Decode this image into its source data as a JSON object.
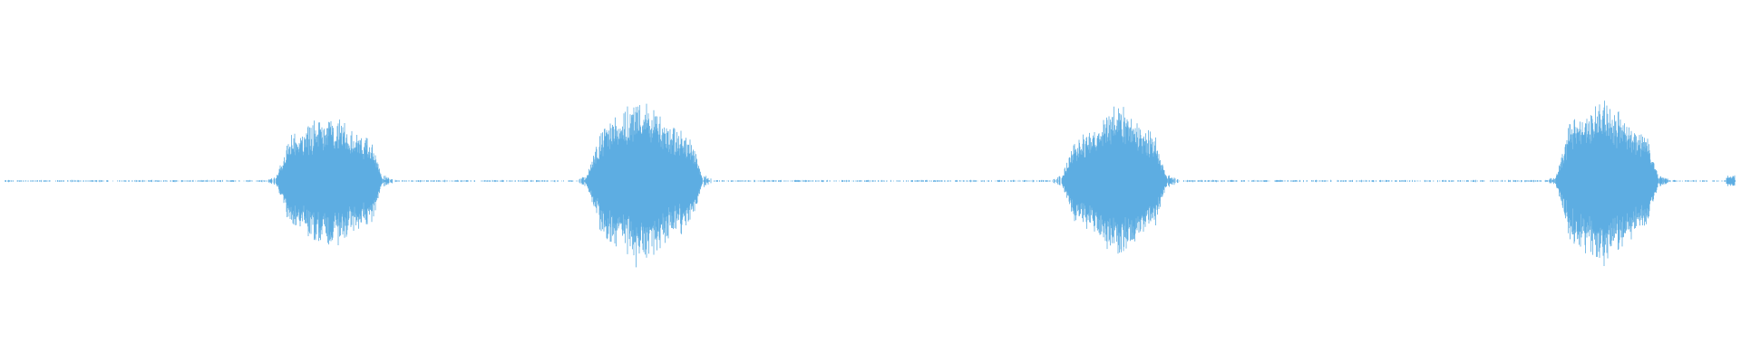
{
  "waveform": {
    "color": "#5dade2",
    "background": "#ffffff",
    "bursts": [
      {
        "start": 0.158,
        "end": 0.22,
        "peak_position": 0.5,
        "peak_amplitude": 0.8,
        "edge_amplitude": 0.45
      },
      {
        "start": 0.336,
        "end": 0.404,
        "peak_position": 0.45,
        "peak_amplitude": 0.97,
        "edge_amplitude": 0.48
      },
      {
        "start": 0.609,
        "end": 0.671,
        "peak_position": 0.55,
        "peak_amplitude": 0.95,
        "edge_amplitude": 0.4
      },
      {
        "start": 0.893,
        "end": 0.953,
        "peak_position": 0.45,
        "peak_amplitude": 1.0,
        "edge_amplitude": 0.5
      }
    ],
    "noise_floor_amplitude": 0.012,
    "tail_spike": {
      "position": 0.994,
      "amplitude": 0.06
    }
  }
}
